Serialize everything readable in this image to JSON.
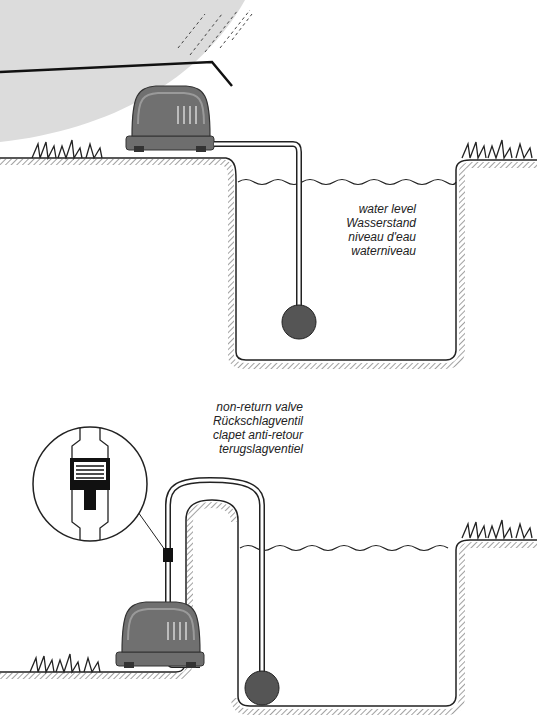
{
  "diagram": {
    "labels": [
      "water level",
      "Wasserstand",
      "niveau d'eau",
      "waterniveau",
      "non-return valve",
      "Rückschlagventil",
      "clapet anti-retour",
      "terugslagventiel"
    ]
  }
}
